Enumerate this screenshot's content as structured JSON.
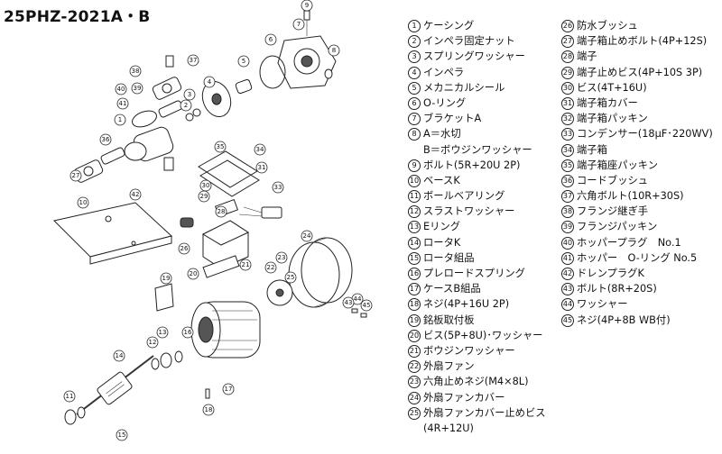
{
  "title": "25PHZ-2021A・B",
  "legend_left": [
    {
      "num": "1",
      "text": "ケーシング"
    },
    {
      "num": "2",
      "text": "インペラ固定ナット"
    },
    {
      "num": "3",
      "text": "スプリングワッシャー"
    },
    {
      "num": "4",
      "text": "インペラ"
    },
    {
      "num": "5",
      "text": "メカニカルシール"
    },
    {
      "num": "6",
      "text": "O-リング"
    },
    {
      "num": "7",
      "text": "ブラケットA"
    },
    {
      "num": "8",
      "text": "A＝水切"
    },
    {
      "num": "",
      "text": "B＝ボウジンワッシャー"
    },
    {
      "num": "9",
      "text": "ボルト(5R+20U 2P)"
    },
    {
      "num": "10",
      "text": "ベースK"
    },
    {
      "num": "11",
      "text": "ボールベアリング"
    },
    {
      "num": "12",
      "text": "スラストワッシャー"
    },
    {
      "num": "13",
      "text": "Eリング"
    },
    {
      "num": "14",
      "text": "ロータK"
    },
    {
      "num": "15",
      "text": "ロータ組品"
    },
    {
      "num": "16",
      "text": "プレロードスプリング"
    },
    {
      "num": "17",
      "text": "ケースB組品"
    },
    {
      "num": "18",
      "text": "ネジ(4P+16U 2P)"
    },
    {
      "num": "19",
      "text": "銘板取付板"
    },
    {
      "num": "20",
      "text": "ビス(5P+8U)･ワッシャー"
    },
    {
      "num": "21",
      "text": "ボウジンワッシャー"
    },
    {
      "num": "22",
      "text": "外扇ファン"
    },
    {
      "num": "23",
      "text": "六角止めネジ(M4×8L)"
    },
    {
      "num": "24",
      "text": "外扇ファンカバー"
    },
    {
      "num": "25",
      "text": "外扇ファンカバー止めビス"
    },
    {
      "num": "",
      "text": "(4R+12U)"
    }
  ],
  "legend_right": [
    {
      "num": "26",
      "text": "防水ブッシュ"
    },
    {
      "num": "27",
      "text": "端子箱止めボルト(4P+12S)"
    },
    {
      "num": "28",
      "text": "端子"
    },
    {
      "num": "29",
      "text": "端子止めビス(4P+10S 3P)"
    },
    {
      "num": "30",
      "text": "ビス(4T+16U)"
    },
    {
      "num": "31",
      "text": "端子箱カバー"
    },
    {
      "num": "32",
      "text": "端子箱パッキン"
    },
    {
      "num": "33",
      "text": "コンデンサー(18μF･220WV)"
    },
    {
      "num": "34",
      "text": "端子箱"
    },
    {
      "num": "35",
      "text": "端子箱座パッキン"
    },
    {
      "num": "36",
      "text": "コードブッシュ"
    },
    {
      "num": "37",
      "text": "六角ボルト(10R+30S)"
    },
    {
      "num": "38",
      "text": "フランジ継ぎ手"
    },
    {
      "num": "39",
      "text": "フランジパッキン"
    },
    {
      "num": "40",
      "text": "ホッパープラグ　No.1"
    },
    {
      "num": "41",
      "text": "ホッパー　O-リング No.5"
    },
    {
      "num": "42",
      "text": "ドレンプラグK"
    },
    {
      "num": "43",
      "text": "ボルト(8R+20S)"
    },
    {
      "num": "44",
      "text": "ワッシャー"
    },
    {
      "num": "45",
      "text": "ネジ(4P+8B WB付)"
    }
  ],
  "callouts": [
    "9",
    "7",
    "6",
    "8",
    "5",
    "37",
    "38",
    "4",
    "40",
    "39",
    "41",
    "3",
    "2",
    "1",
    "36",
    "35",
    "34",
    "31",
    "42",
    "27",
    "30",
    "10",
    "29",
    "28",
    "33",
    "26",
    "24",
    "25",
    "23",
    "22",
    "45",
    "44",
    "43",
    "21",
    "20",
    "19",
    "17",
    "16",
    "13",
    "12",
    "14",
    "11",
    "15",
    "18"
  ]
}
